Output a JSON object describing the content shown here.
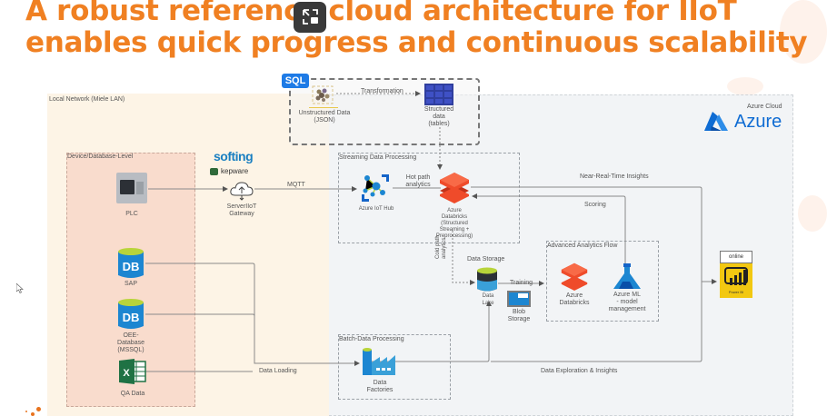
{
  "slide": {
    "title_line1": "A robust reference cloud architecture for IIoT",
    "title_line2": "enables quick progress and continuous scalability",
    "title_color": "#f08022"
  },
  "overlay": {
    "minimize_icon": "picture-in-picture-exit-icon",
    "cursor_icon": "mouse-pointer-icon"
  },
  "zones": {
    "local_network": "Local Network (Miele LAN)",
    "device_level": "Device/Database-Level",
    "azure_cloud": "Azure Cloud",
    "azure_logo_text": "Azure",
    "streaming": "Streaming Data Processing",
    "advanced_analytics": "Advanced Analytics Flow",
    "batch": "Batch-Data Processing",
    "data_storage": "Data Storage"
  },
  "sql": {
    "badge": "SQL",
    "unstructured": "Unstructured Data\n(JSON)",
    "transformation": "Transformation",
    "structured": "Structured\ndata\n(tables)"
  },
  "vendors": {
    "softing": "softing",
    "kepware": "kepware"
  },
  "nodes": {
    "plc": "PLC",
    "gateway": "ServerIIoT\nGateway",
    "sap": "SAP",
    "oee": "OEE-\nDatabase\n(MSSQL)",
    "qa": "QA Data",
    "iot_hub": "Azure IoT Hub",
    "databricks_stream": "Azure\nDatabricks\n(Structured\nStreaming +\nPreprocessing)",
    "data_lake": "Data\nLake",
    "blob": "Blob\nStorage",
    "databricks_adv": "Azure\nDatabricks",
    "azure_ml": "Azure ML\n- model\nmanagement",
    "data_factories": "Data\nFactories",
    "powerbi_badge": "online",
    "powerbi_label": "Power BI",
    "db_glyph": "DB",
    "excel_glyph": "X"
  },
  "edges": {
    "mqtt": "MQTT",
    "hot_path": "Hot path\nanalytics",
    "cold_path": "Cold path\nanalytics",
    "near_real_time": "Near-Real-Time Insights",
    "scoring": "Scoring",
    "training": "Training",
    "data_loading": "Data Loading",
    "data_exploration": "Data Exploration & Insights"
  },
  "colors": {
    "azure_blue": "#0f6cd3",
    "databricks_red": "#ef4b2a",
    "powerbi_yellow": "#f2c811",
    "excel_green": "#1f7244",
    "sql_badge": "#1e7be6"
  }
}
